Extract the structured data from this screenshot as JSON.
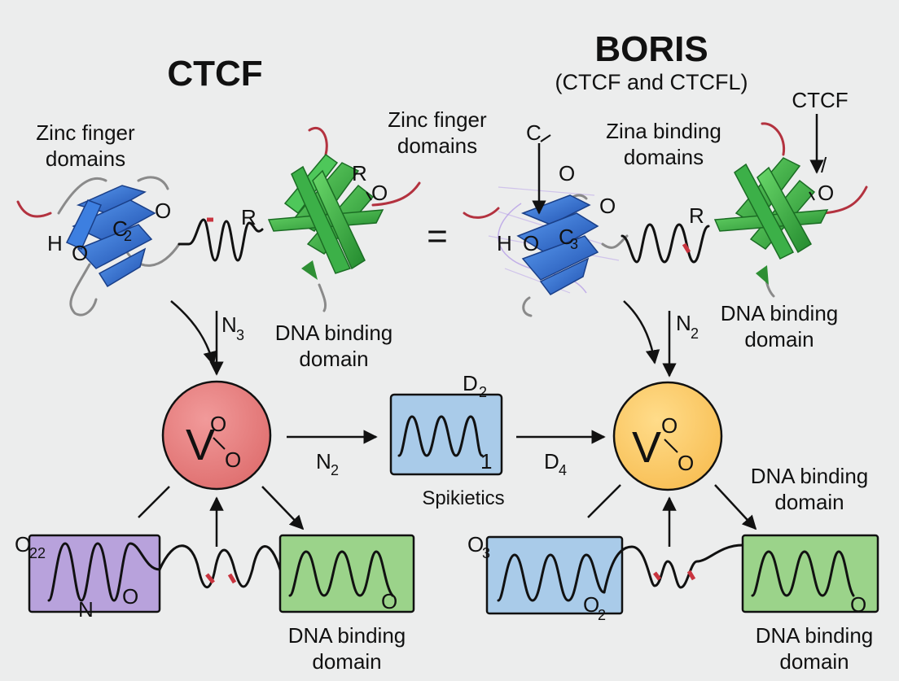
{
  "left": {
    "title": "CTCF",
    "zinc_label": [
      "Zinc finger",
      "domains"
    ],
    "dna_label": [
      "DNA binding",
      "domain"
    ],
    "upper_arrow_label": "N",
    "upper_arrow_sub": "3",
    "circle_v": "V",
    "circle_o_top": "O",
    "circle_o_bottom": "O",
    "struct_label_c": "C",
    "struct_label_c_sub": "2",
    "struct_label_o": "O",
    "struct_label_h": "H",
    "struct_label_o2": "O",
    "struct_label_r": "R",
    "struct_label_r2": "R",
    "struct_label_o3": "O",
    "box_left_corner": "O",
    "box_left_corner_sub": "22",
    "box_left_n": "N",
    "box_left_o": "O",
    "box_right_o": "O",
    "bottom_dna_label": [
      "DNA binding",
      "domain"
    ]
  },
  "middle": {
    "zinc_label": [
      "Zinc finger",
      "domains"
    ],
    "equals": "=",
    "arrow_label_left": "N",
    "arrow_label_left_sub": "2",
    "box_corner": "D",
    "box_corner_sub": "2",
    "box_subscript": "1",
    "caption": "Spikietics",
    "arrow_label_right": "D",
    "arrow_label_right_sub": "4"
  },
  "right": {
    "title": "BORIS",
    "subtitle": "(CTCF and CTCFL)",
    "ctcf_label": "CTCF",
    "zina_label": [
      "Zina binding",
      "domains"
    ],
    "dna_label": [
      "DNA binding",
      "domain"
    ],
    "upper_arrow_label": "N",
    "upper_arrow_sub": "2",
    "circle_v": "V",
    "circle_o_top": "O",
    "circle_o_bottom": "O",
    "side_dna_label": [
      "DNA binding",
      "domain"
    ],
    "struct_label_c": "C",
    "struct_label_o": "O",
    "struct_label_o_mid": "O",
    "struct_label_h": "H",
    "struct_label_o2": "O",
    "struct_label_c3": "C",
    "struct_label_c3_sub": "3",
    "struct_label_r": "R",
    "struct_label_slash": "/",
    "struct_label_o3": "O",
    "box_left_corner": "O",
    "box_left_corner_sub": "3",
    "box_left_o": "O",
    "box_left_o_sub": "2",
    "box_right_o": "O",
    "bottom_dna_label": [
      "DNA binding",
      "domain"
    ]
  },
  "colors": {
    "background": "#eceded",
    "red_circle": "#e57b7b",
    "yellow_circle": "#fbcb6a",
    "blue_box": "#a9cbe9",
    "purple_box": "#b8a2dc",
    "green_box": "#9bd38a",
    "protein_blue": "#2f6fd1",
    "protein_green": "#3fb844",
    "loop_red": "#b3323f"
  }
}
